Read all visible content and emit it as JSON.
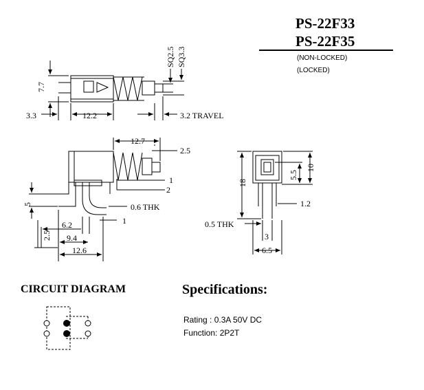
{
  "header": {
    "model_1": "PS-22F33",
    "model_2": "PS-22F35",
    "note_1": "(NON-LOCKED)",
    "note_2": "(LOCKED)"
  },
  "dimensions": {
    "top_view": {
      "sq1": "SQ2.5",
      "sq2": "SQ3.3",
      "height": "7.7",
      "left": "3.3",
      "body": "12.2",
      "travel": "3.2 TRAVEL"
    },
    "side_view": {
      "top_len": "12.7",
      "right_top": "2.5",
      "r1": "1",
      "r2": "2",
      "h5": "5",
      "thk": "0.6 THK",
      "d62": "6.2",
      "d1": "1",
      "d25": "2.5",
      "d94": "9.4",
      "d126": "12.6"
    },
    "front_view": {
      "h18": "18",
      "h55": "5.5",
      "h10": "10",
      "d12": "1.2",
      "thk": "0.5 THK",
      "d3": "3",
      "d65": "6.5"
    }
  },
  "circuit": {
    "title": "CIRCUIT DIAGRAM"
  },
  "specs": {
    "title": "Specifications:",
    "rating": "Rating : 0.3A 50V DC",
    "function": "Function: 2P2T"
  }
}
